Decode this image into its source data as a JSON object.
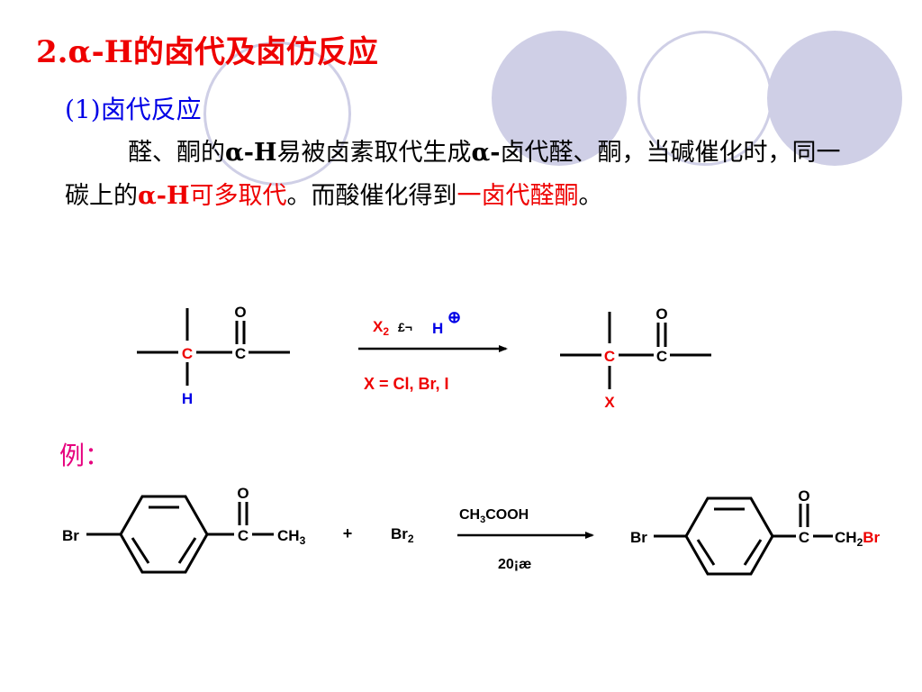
{
  "title": {
    "number": "2.",
    "alpha_h": "α-H",
    "text": "的卤代及卤仿反应"
  },
  "subtitle": {
    "num": "(1)",
    "text": "卤代反应"
  },
  "paragraph": {
    "p1": "醛、酮的",
    "alpha_h1": "α-H",
    "p2": "易被卤素取代生成",
    "alpha2": "α-",
    "p3": "卤代醛、酮，当碱催化时，同一碳上的",
    "red1_bold": "α-H",
    "red1": "可多取代",
    "p4": "。而酸催化得到",
    "red2": "一卤代醛酮",
    "p5": "。"
  },
  "reaction1": {
    "reactant": {
      "oxygen": "O",
      "carbon_alpha": "C",
      "carbon_carbonyl": "C",
      "hydrogen": "H"
    },
    "reagent_x": "X",
    "reagent_sub": "2",
    "reagent_sep": "£¬",
    "reagent_h": "H",
    "reagent_plus": "⊕",
    "condition": "X = Cl, Br, I",
    "product": {
      "oxygen": "O",
      "carbon_alpha": "C",
      "carbon_carbonyl": "C",
      "halogen": "X"
    }
  },
  "example_label": "例：",
  "reaction2": {
    "reactant": {
      "br": "Br",
      "oxygen": "O",
      "carbon": "C",
      "ch": "CH",
      "ch_sub": "3"
    },
    "plus": "+",
    "reagent_br": "Br",
    "reagent_sub": "2",
    "solvent_ch": "CH",
    "solvent_sub": "3",
    "solvent_rest": "COOH",
    "temperature": "20¡æ",
    "product": {
      "br": "Br",
      "oxygen": "O",
      "carbon": "C",
      "ch": "CH",
      "ch_sub": "2",
      "br_red": "Br"
    }
  },
  "colors": {
    "title_red": "#ee0000",
    "subtitle_blue": "#0000e6",
    "example_magenta": "#e6007e",
    "decor_lavender": "#cfcfe6"
  }
}
